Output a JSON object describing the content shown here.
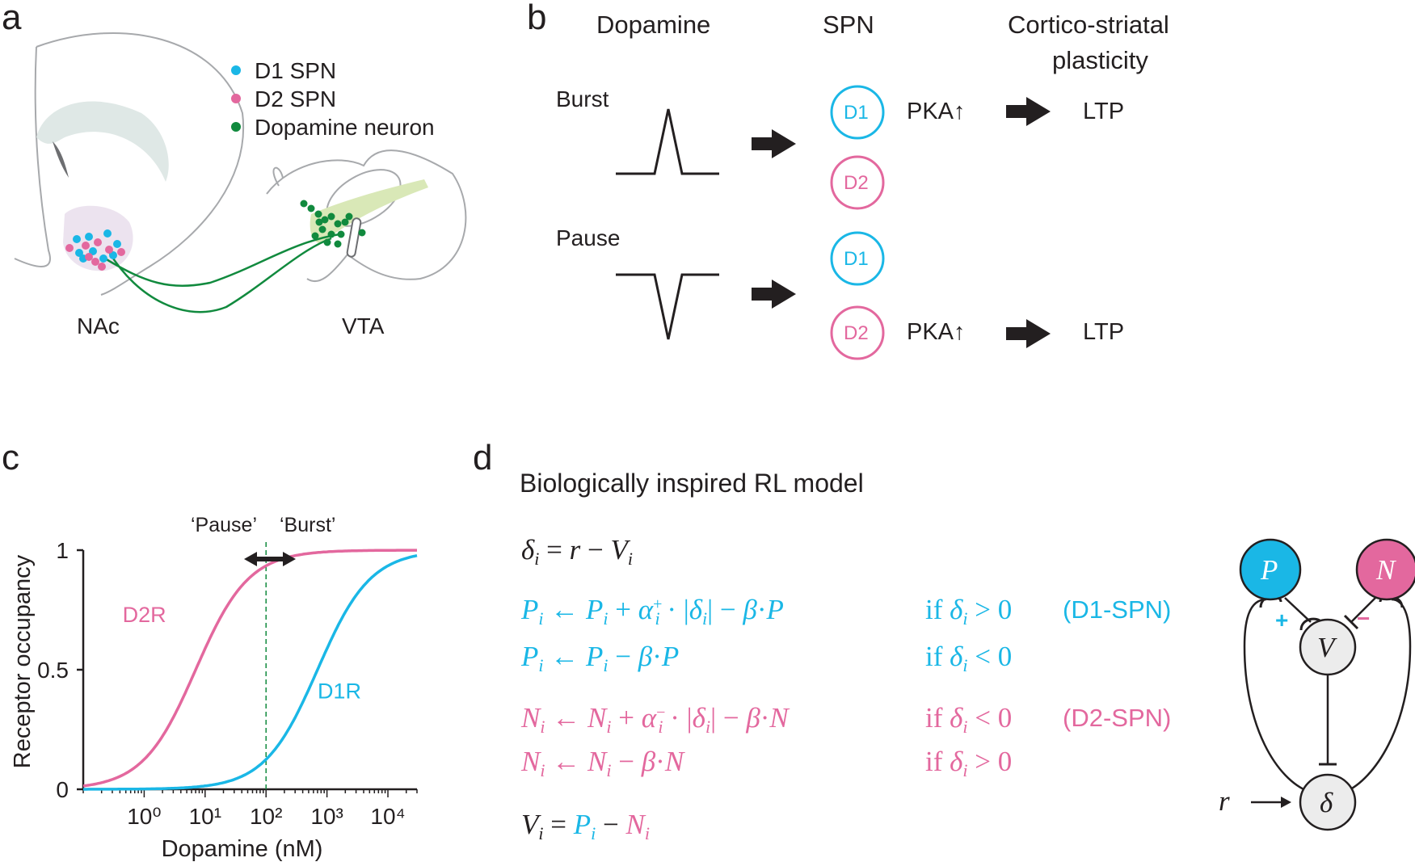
{
  "colors": {
    "d1": "#1ab7e6",
    "d2": "#e3689e",
    "dopamine": "#118a3e",
    "ink": "#231f20"
  },
  "panel_a": {
    "letter": "a",
    "legend": [
      "D1 SPN",
      "D2 SPN",
      "Dopamine neuron"
    ],
    "region_nac": "NAc",
    "region_vta": "VTA"
  },
  "panel_b": {
    "letter": "b",
    "col_dopamine": "Dopamine",
    "col_spn": "SPN",
    "col_plasticity_1": "Cortico-striatal",
    "col_plasticity_2": "plasticity",
    "row_burst": "Burst",
    "row_pause": "Pause",
    "d1": "D1",
    "d2": "D2",
    "pka": "PKA↑",
    "ltp": "LTP"
  },
  "panel_c": {
    "letter": "c",
    "pause_label": "‘Pause’",
    "burst_label": "‘Burst’"
  },
  "chart_data": {
    "type": "line",
    "xlabel": "Dopamine (nM)",
    "ylabel": "Receptor occupancy",
    "xscale": "log",
    "xlim": [
      0.1,
      30000
    ],
    "ylim": [
      0,
      1
    ],
    "x_ticks": [
      "10⁰",
      "10¹",
      "10²",
      "10³",
      "10⁴"
    ],
    "y_ticks": [
      "0",
      "0.5",
      "1"
    ],
    "reference_line_x": 100,
    "series": [
      {
        "name": "D2R",
        "color": "#e3689e",
        "ec50": 7,
        "x": [
          0.1,
          0.5,
          1,
          3,
          7,
          15,
          30,
          100,
          300,
          1000,
          10000,
          30000
        ],
        "y": [
          0.01,
          0.07,
          0.13,
          0.3,
          0.5,
          0.68,
          0.81,
          0.93,
          0.98,
          0.99,
          1.0,
          1.0
        ]
      },
      {
        "name": "D1R",
        "color": "#1ab7e6",
        "ec50": 700,
        "x": [
          0.1,
          1,
          10,
          50,
          100,
          300,
          700,
          1500,
          3000,
          10000,
          30000
        ],
        "y": [
          0.0,
          0.0,
          0.01,
          0.07,
          0.12,
          0.3,
          0.5,
          0.68,
          0.81,
          0.93,
          0.98
        ]
      }
    ]
  },
  "panel_d": {
    "letter": "d",
    "title": "Biologically inspired RL model",
    "tag_d1": "(D1-SPN)",
    "tag_d2": "(D2-SPN)",
    "node_p": "P",
    "node_n": "N",
    "node_v": "V",
    "node_delta": "δ",
    "input_r": "r",
    "plus": "+",
    "minus": "−"
  }
}
